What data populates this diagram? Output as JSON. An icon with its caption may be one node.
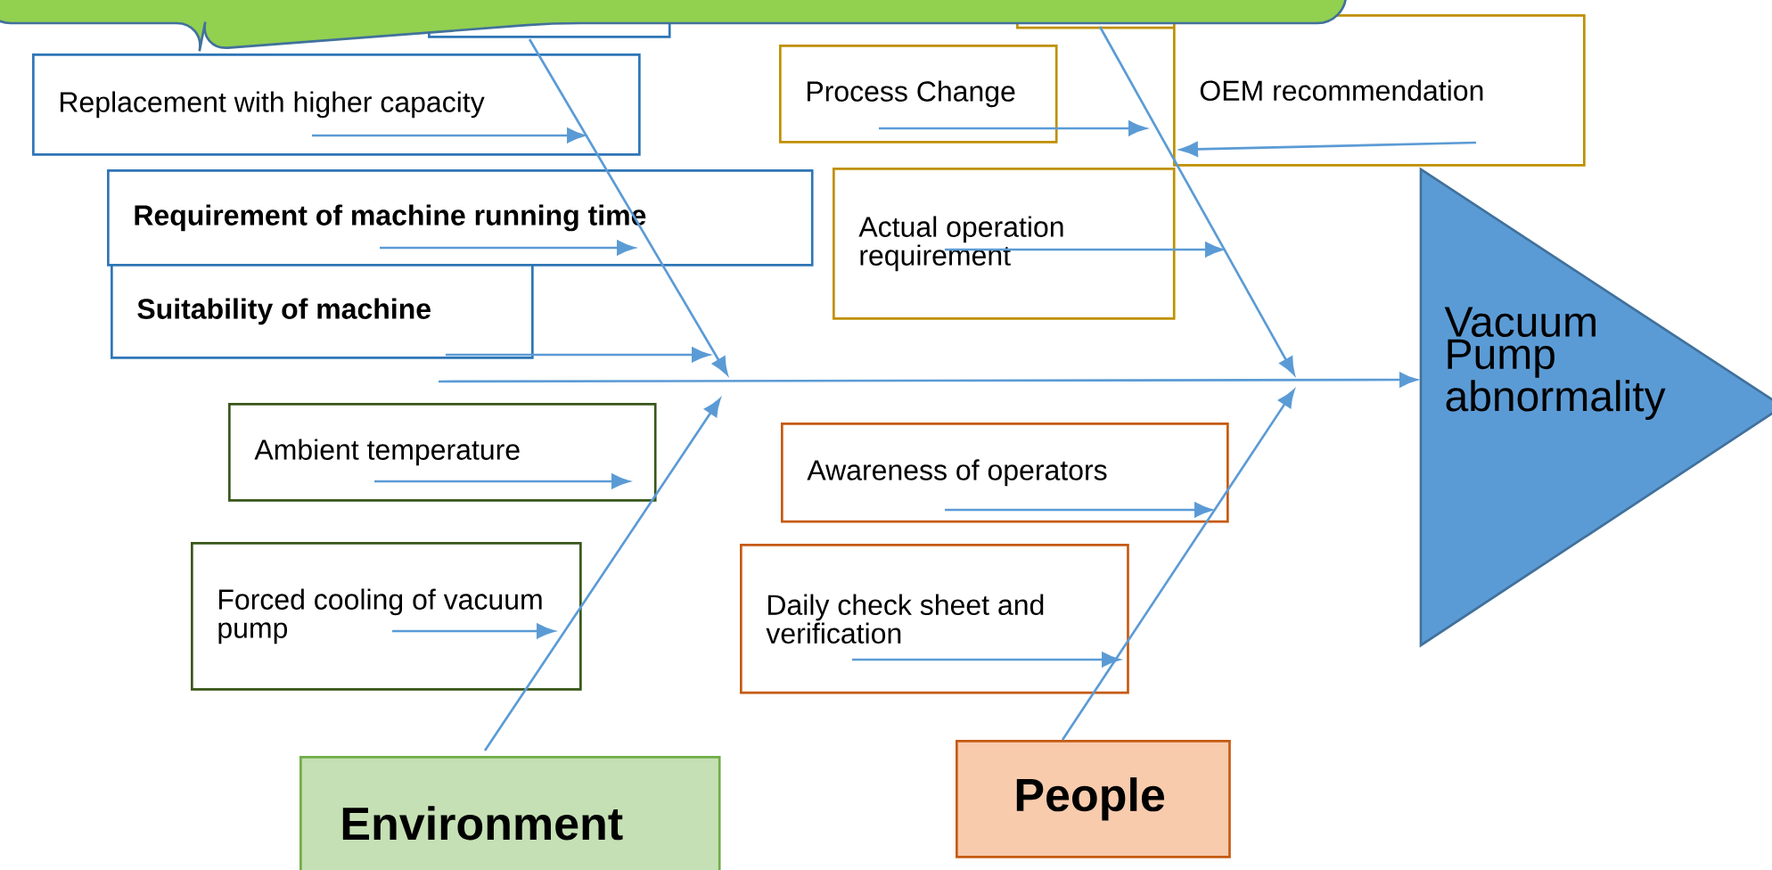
{
  "diagram": {
    "nodes": [
      {
        "text": [],
        "shape": "box"
      },
      {
        "text": [
          "Replacement with higher capacity"
        ]
      },
      {
        "text": [
          "Requirement of machine running time"
        ]
      },
      {
        "text": [
          "Suitability of machine"
        ]
      },
      {
        "text": [],
        "shape": "box"
      },
      {
        "text": [
          "Process Change"
        ]
      },
      {
        "text": [
          "OEM recommendation"
        ]
      },
      {
        "text": [
          "Actual operation requirement"
        ]
      },
      {
        "text": [
          "Vacuum Pump abnormality"
        ]
      },
      {
        "text": [
          "Ambient temperature"
        ]
      },
      {
        "text": [
          "Forced cooling of vacuum pump"
        ]
      },
      {
        "text": [
          "Environment"
        ]
      },
      {
        "text": [
          "Awareness of operators"
        ]
      },
      {
        "text": [
          "Daily check sheet and verification"
        ]
      },
      {
        "text": [
          "People"
        ]
      }
    ],
    "edges": [
      {
        "from": null,
        "to": 8,
        "arrow": "to"
      },
      {
        "from": 0,
        "to": null,
        "arrow": "to"
      },
      {
        "from": 4,
        "to": null,
        "arrow": "to"
      },
      {
        "from": 11,
        "to": null,
        "arrow": "to"
      },
      {
        "from": 14,
        "to": null,
        "arrow": "to"
      },
      {
        "from": 1,
        "to": null,
        "arrow": "to"
      },
      {
        "from": 2,
        "to": null,
        "arrow": "to"
      },
      {
        "from": 3,
        "to": null,
        "arrow": "to"
      },
      {
        "from": 5,
        "to": null,
        "arrow": "to"
      },
      {
        "from": 6,
        "to": null,
        "arrow": "to"
      },
      {
        "from": 7,
        "to": null,
        "arrow": "to"
      },
      {
        "from": 9,
        "to": null,
        "arrow": "to"
      },
      {
        "from": 10,
        "to": null,
        "arrow": "to"
      },
      {
        "from": 12,
        "to": null,
        "arrow": "to"
      },
      {
        "from": 13,
        "to": null,
        "arrow": "to"
      }
    ]
  }
}
